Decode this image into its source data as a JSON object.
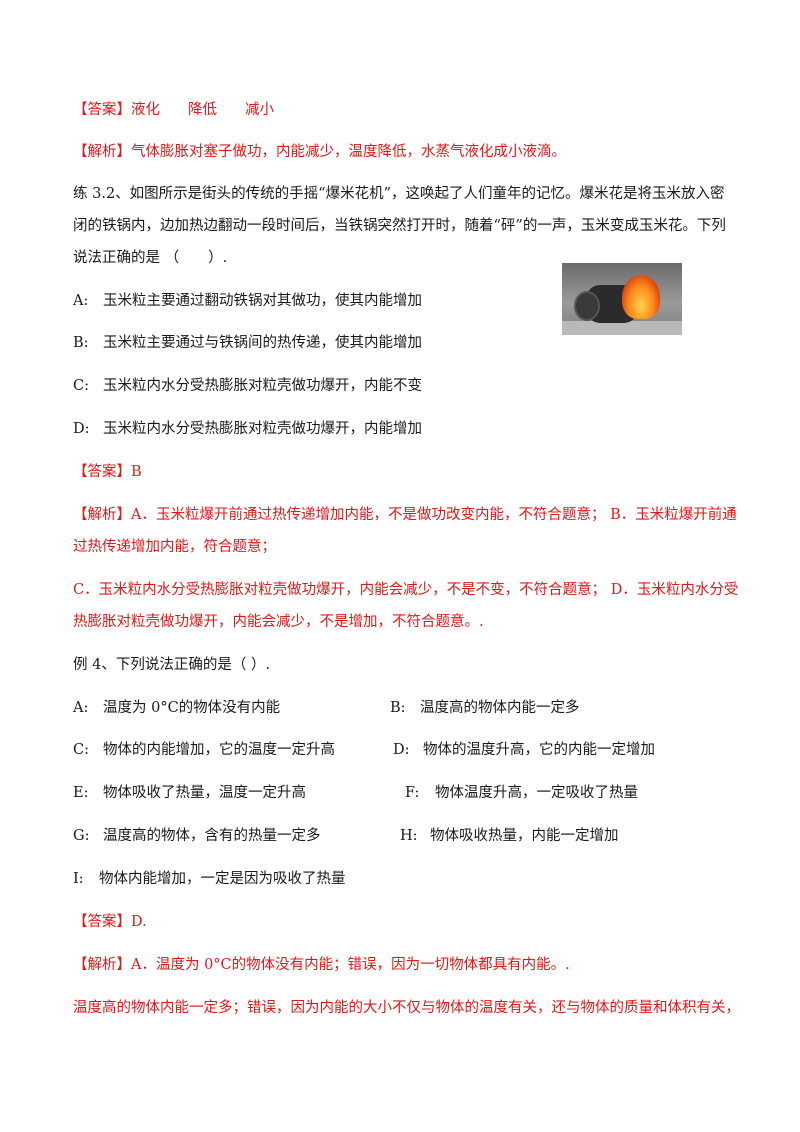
{
  "block1": {
    "answer_tag": "【答案】",
    "answers": [
      "液化",
      "降低",
      "减小"
    ],
    "analysis_tag": "【解析】",
    "analysis": "气体膨胀对塞子做功，内能减少，温度降低，水蒸气液化成小液滴。"
  },
  "question32": {
    "stem_line1": "练 3.2、如图所示是街头的传统的手摇“爆米花机”，这唤起了人们童年的记忆。爆米花是将玉米放入密",
    "stem_line2": "闭的铁锅内，边加热边翻动一段时间后，当铁锅突然打开时，随着“砰”的一声，玉米变成玉米花。下列",
    "stem_line3": "说法正确的是 （　　）.",
    "options": [
      {
        "label": "A:",
        "text": "玉米粒主要通过翻动铁锅对其做功，使其内能增加"
      },
      {
        "label": "B:",
        "text": "玉米粒主要通过与铁锅间的热传递，使其内能增加"
      },
      {
        "label": "C:",
        "text": "玉米粒内水分受热膨胀对粒壳做功爆开，内能不变"
      },
      {
        "label": "D:",
        "text": "玉米粒内水分受热膨胀对粒壳做功爆开，内能增加"
      }
    ],
    "answer_tag": "【答案】",
    "answer": "B",
    "analysis_tag": "【解析】",
    "analysis_line1": "A．玉米粒爆开前通过热传递增加内能，不是做功改变内能，不符合题意；  B．玉米粒爆开前通",
    "analysis_line2": "过热传递增加内能，符合题意；",
    "analysis_line3": "C．玉米粒内水分受热膨胀对粒壳做功爆开，内能会减少，不是不变，不符合题意；  D．玉米粒内水分受",
    "analysis_line4": "热膨胀对粒壳做功爆开，内能会减少，不是增加，不符合题意。."
  },
  "example4": {
    "stem": "例 4、下列说法正确的是（ ）.",
    "options": [
      {
        "label": "A:",
        "text": "温度为 0°C的物体没有内能"
      },
      {
        "label": "B:",
        "text": "温度高的物体内能一定多"
      },
      {
        "label": "C:",
        "text": "物体的内能增加，它的温度一定升高"
      },
      {
        "label": "D:",
        "text": "物体的温度升高，它的内能一定增加"
      },
      {
        "label": "E:",
        "text": "物体吸收了热量，温度一定升高"
      },
      {
        "label": "F:",
        "text": "物体温度升高，一定吸收了热量"
      },
      {
        "label": "G:",
        "text": "温度高的物体，含有的热量一定多"
      },
      {
        "label": "H:",
        "text": "物体吸收热量，内能一定增加"
      },
      {
        "label": "I:",
        "text": "物体内能增加，一定是因为吸收了热量"
      }
    ],
    "answer_tag": "【答案】",
    "answer": "D.",
    "analysis_tag": "【解析】",
    "analysis_line1": "A．温度为 0°C的物体没有内能；错误，因为一切物体都具有内能。.",
    "analysis_line2": "温度高的物体内能一定多；错误，因为内能的大小不仅与物体的温度有关，还与物体的质量和体积有关，"
  }
}
